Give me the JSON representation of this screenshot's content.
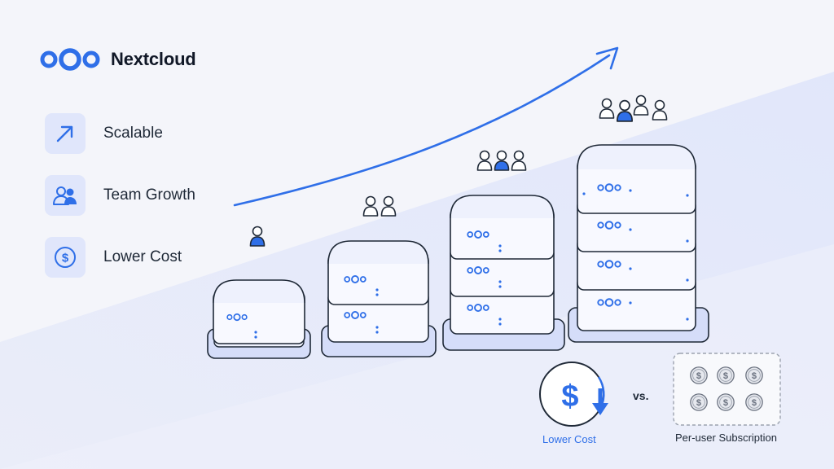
{
  "brand": {
    "name": "Nextcloud"
  },
  "features": [
    {
      "label": "Scalable",
      "icon": "arrow-up-right-icon"
    },
    {
      "label": "Team Growth",
      "icon": "users-icon"
    },
    {
      "label": "Lower Cost",
      "icon": "dollar-circle-icon"
    }
  ],
  "comparison": {
    "lower_cost_label": "Lower Cost",
    "vs_label": "vs.",
    "subscription_label": "Per-user Subscription"
  },
  "colors": {
    "accent": "#2f6fe8",
    "text": "#111827",
    "tile_bg": "#e0e6fb"
  }
}
